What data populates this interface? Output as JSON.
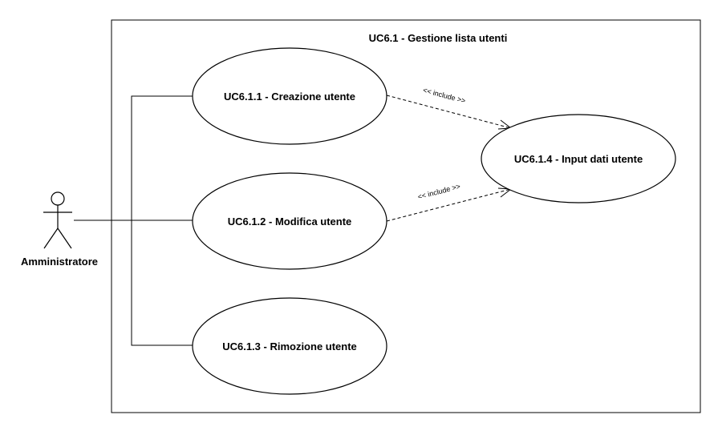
{
  "system": {
    "title": "UC6.1 - Gestione lista utenti"
  },
  "actor": {
    "name": "Amministratore"
  },
  "use_cases": {
    "creazione": "UC6.1.1 - Creazione utente",
    "modifica": "UC6.1.2 - Modifica utente",
    "rimozione": "UC6.1.3 - Rimozione utente",
    "input": "UC6.1.4 - Input dati utente"
  },
  "relations": {
    "include_1": "<< include >>",
    "include_2": "<< include >>"
  },
  "colors": {
    "stroke": "#000000",
    "background": "#ffffff"
  }
}
